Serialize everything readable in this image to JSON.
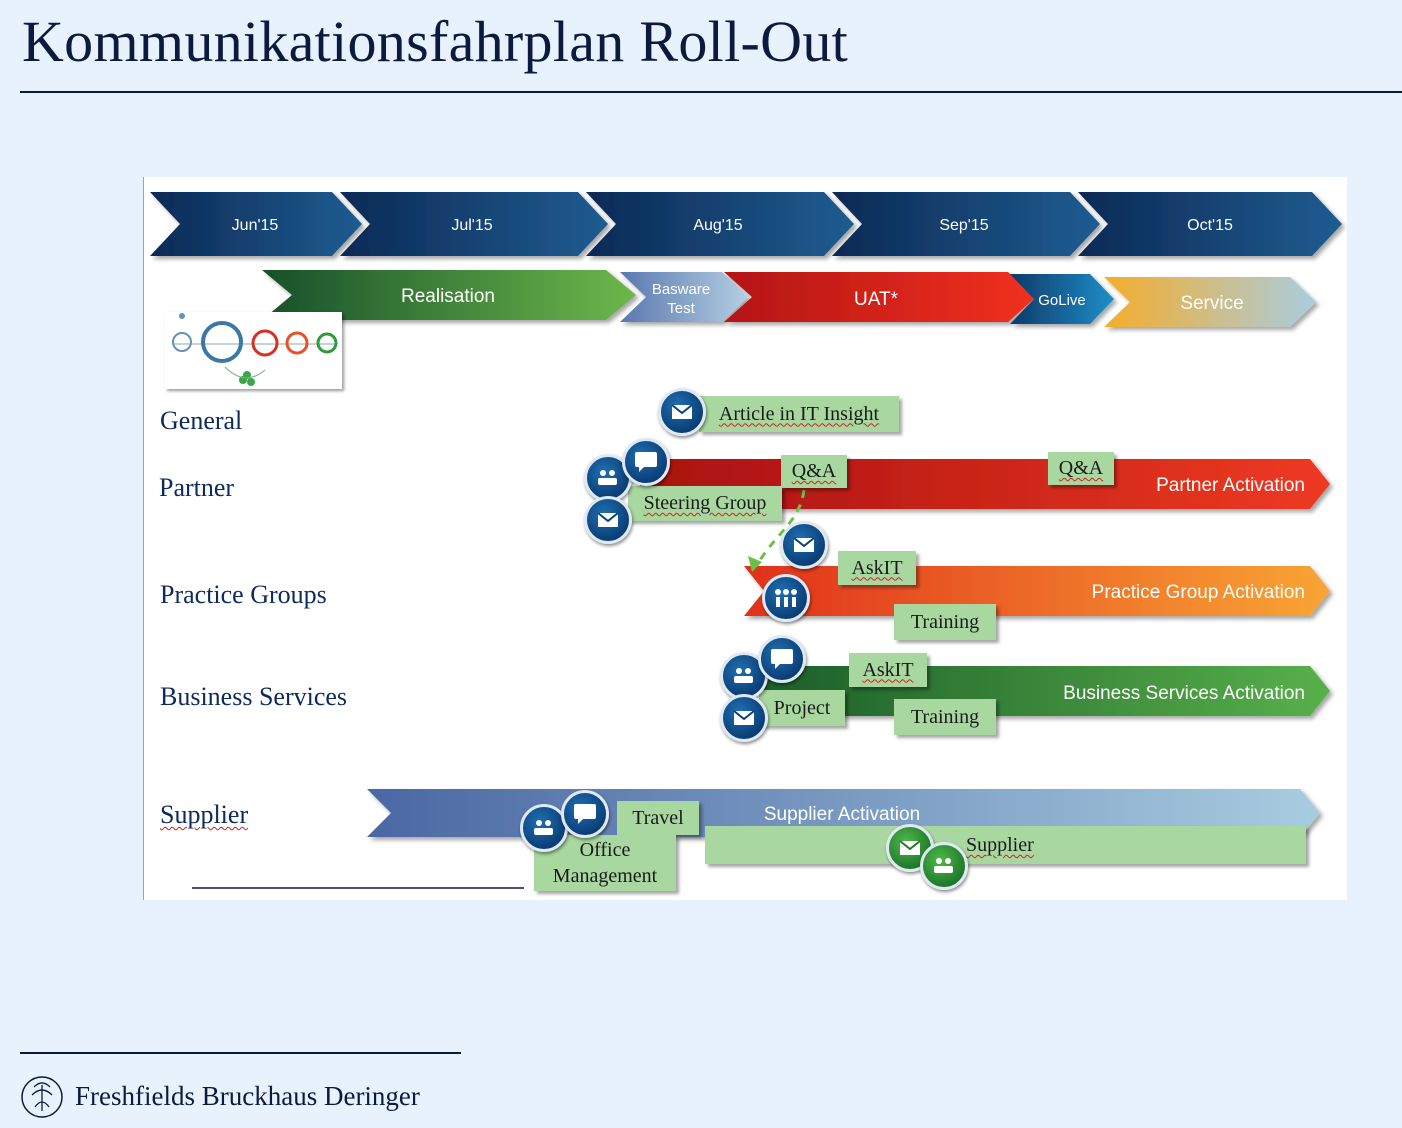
{
  "title": "Kommunikationsfahrplan Roll-Out",
  "months": [
    "Jun'15",
    "Jul'15",
    "Aug'15",
    "Sep'15",
    "Oct'15"
  ],
  "phases": {
    "realisation": "Realisation",
    "basware_line1": "Basware",
    "basware_line2": "Test",
    "uat": "UAT*",
    "golive": "GoLive",
    "service": "Service"
  },
  "rows": {
    "general": "General",
    "partner": "Partner",
    "practice_groups": "Practice Groups",
    "business_services": "Business Services",
    "supplier": "Supplier"
  },
  "activations": {
    "partner": "Partner Activation",
    "practice_group": "Practice Group Activation",
    "business_services": "Business Services Activation",
    "supplier": "Supplier Activation"
  },
  "labels": {
    "article": "Article in IT Insight",
    "qa1": "Q&A",
    "qa2": "Q&A",
    "steering_group": "Steering Group",
    "askit_pg": "AskIT",
    "training_pg": "Training",
    "askit_bs": "AskIT",
    "project": "Project",
    "training_bs": "Training",
    "travel": "Travel",
    "office_line1": "Office",
    "office_line2": "Management",
    "supplier_box": "Supplier"
  },
  "icons": {
    "mail": "mail-icon",
    "chat": "chat-bubble-icon",
    "meeting": "meeting-icon",
    "group": "group-icon"
  },
  "colors": {
    "navy": "#0d1a3f",
    "month_dark": "#0b2a55",
    "month_light": "#1f5c91",
    "realisation_dark": "#1a5a2c",
    "realisation_light": "#6ab64a",
    "uat": "#e2231a",
    "partner_bar": "#d9261c",
    "practice_bar": "#f7a22f",
    "business_bar": "#3f9a3a",
    "supplier_dark": "#4a6aa3",
    "supplier_light": "#a8cae0",
    "label_green": "#a8d8a0"
  },
  "footer": {
    "firm": "Freshfields Bruckhaus Deringer"
  }
}
